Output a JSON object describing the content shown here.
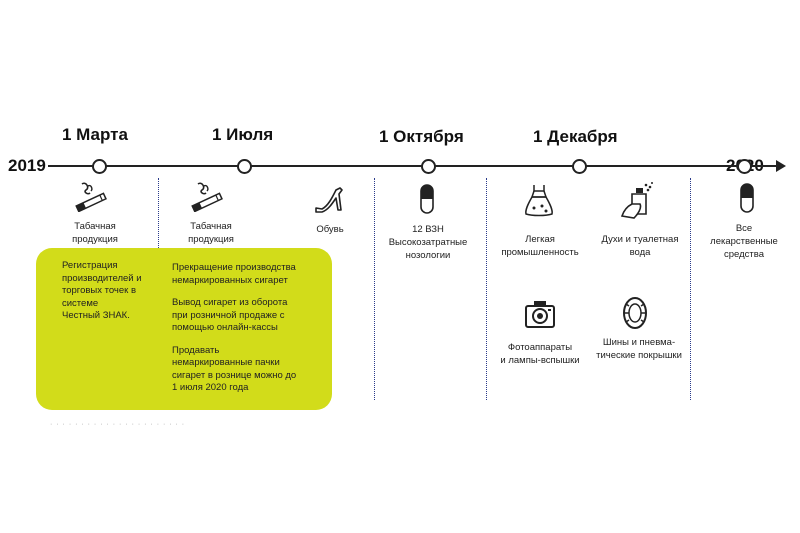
{
  "years": {
    "start": "2019",
    "end": "2020"
  },
  "dates": [
    "1 Марта",
    "1 Июля",
    "1 Октября",
    "1 Декабря"
  ],
  "items": {
    "tobacco_march": "Табачная\nпродукция",
    "tobacco_july": "Табачная\nпродукция",
    "shoes": "Обувь",
    "vzn": "12 ВЗН\nВысокозатратные\nнозологии",
    "light_industry": "Легкая\nпромышленность",
    "perfume": "Духи и туалетная\nвода",
    "cameras": "Фотоаппараты\nи лампы-вспышки",
    "tires": "Шины и пневма-\nтические покрышки",
    "medicines": "Все\nлекарственные\nсредства"
  },
  "box": {
    "left": "Регистрация\nпроизводителей и\nторговых точек в\nсистеме\nЧестный ЗНАК.",
    "right": [
      "Прекращение производства\nнемаркированных сигарет",
      "Вывод сигарет из оборота\nпри розничной продаже с\nпомощью онлайн-кассы",
      "Продавать\nнемаркированные пачки\nсигарет в рознице можно до\n1 июля 2020 года"
    ]
  },
  "colors": {
    "highlight": "#d2dc1a",
    "separator": "#2a3a8a"
  },
  "icons": [
    "cigarette-icon",
    "shoe-icon",
    "pill-icon",
    "dress-icon",
    "perfume-icon",
    "camera-icon",
    "tire-icon"
  ]
}
